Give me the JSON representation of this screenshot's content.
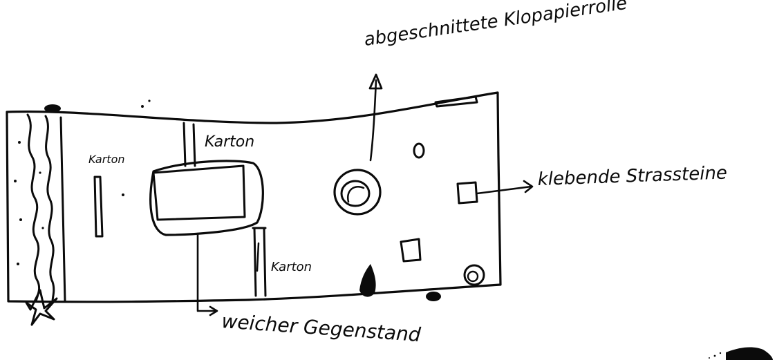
{
  "labels": {
    "cut_roll": "abgeschnittete Klopapierrolle",
    "sticky_stones": "klebende Strassteine",
    "cardboard_top": "Karton",
    "cardboard_left": "Karton",
    "cardboard_bottom": "Karton",
    "soft_object": "weicher Gegenstand"
  },
  "colors": {
    "ink": "#0b0b0b",
    "paper": "#ffffff"
  }
}
